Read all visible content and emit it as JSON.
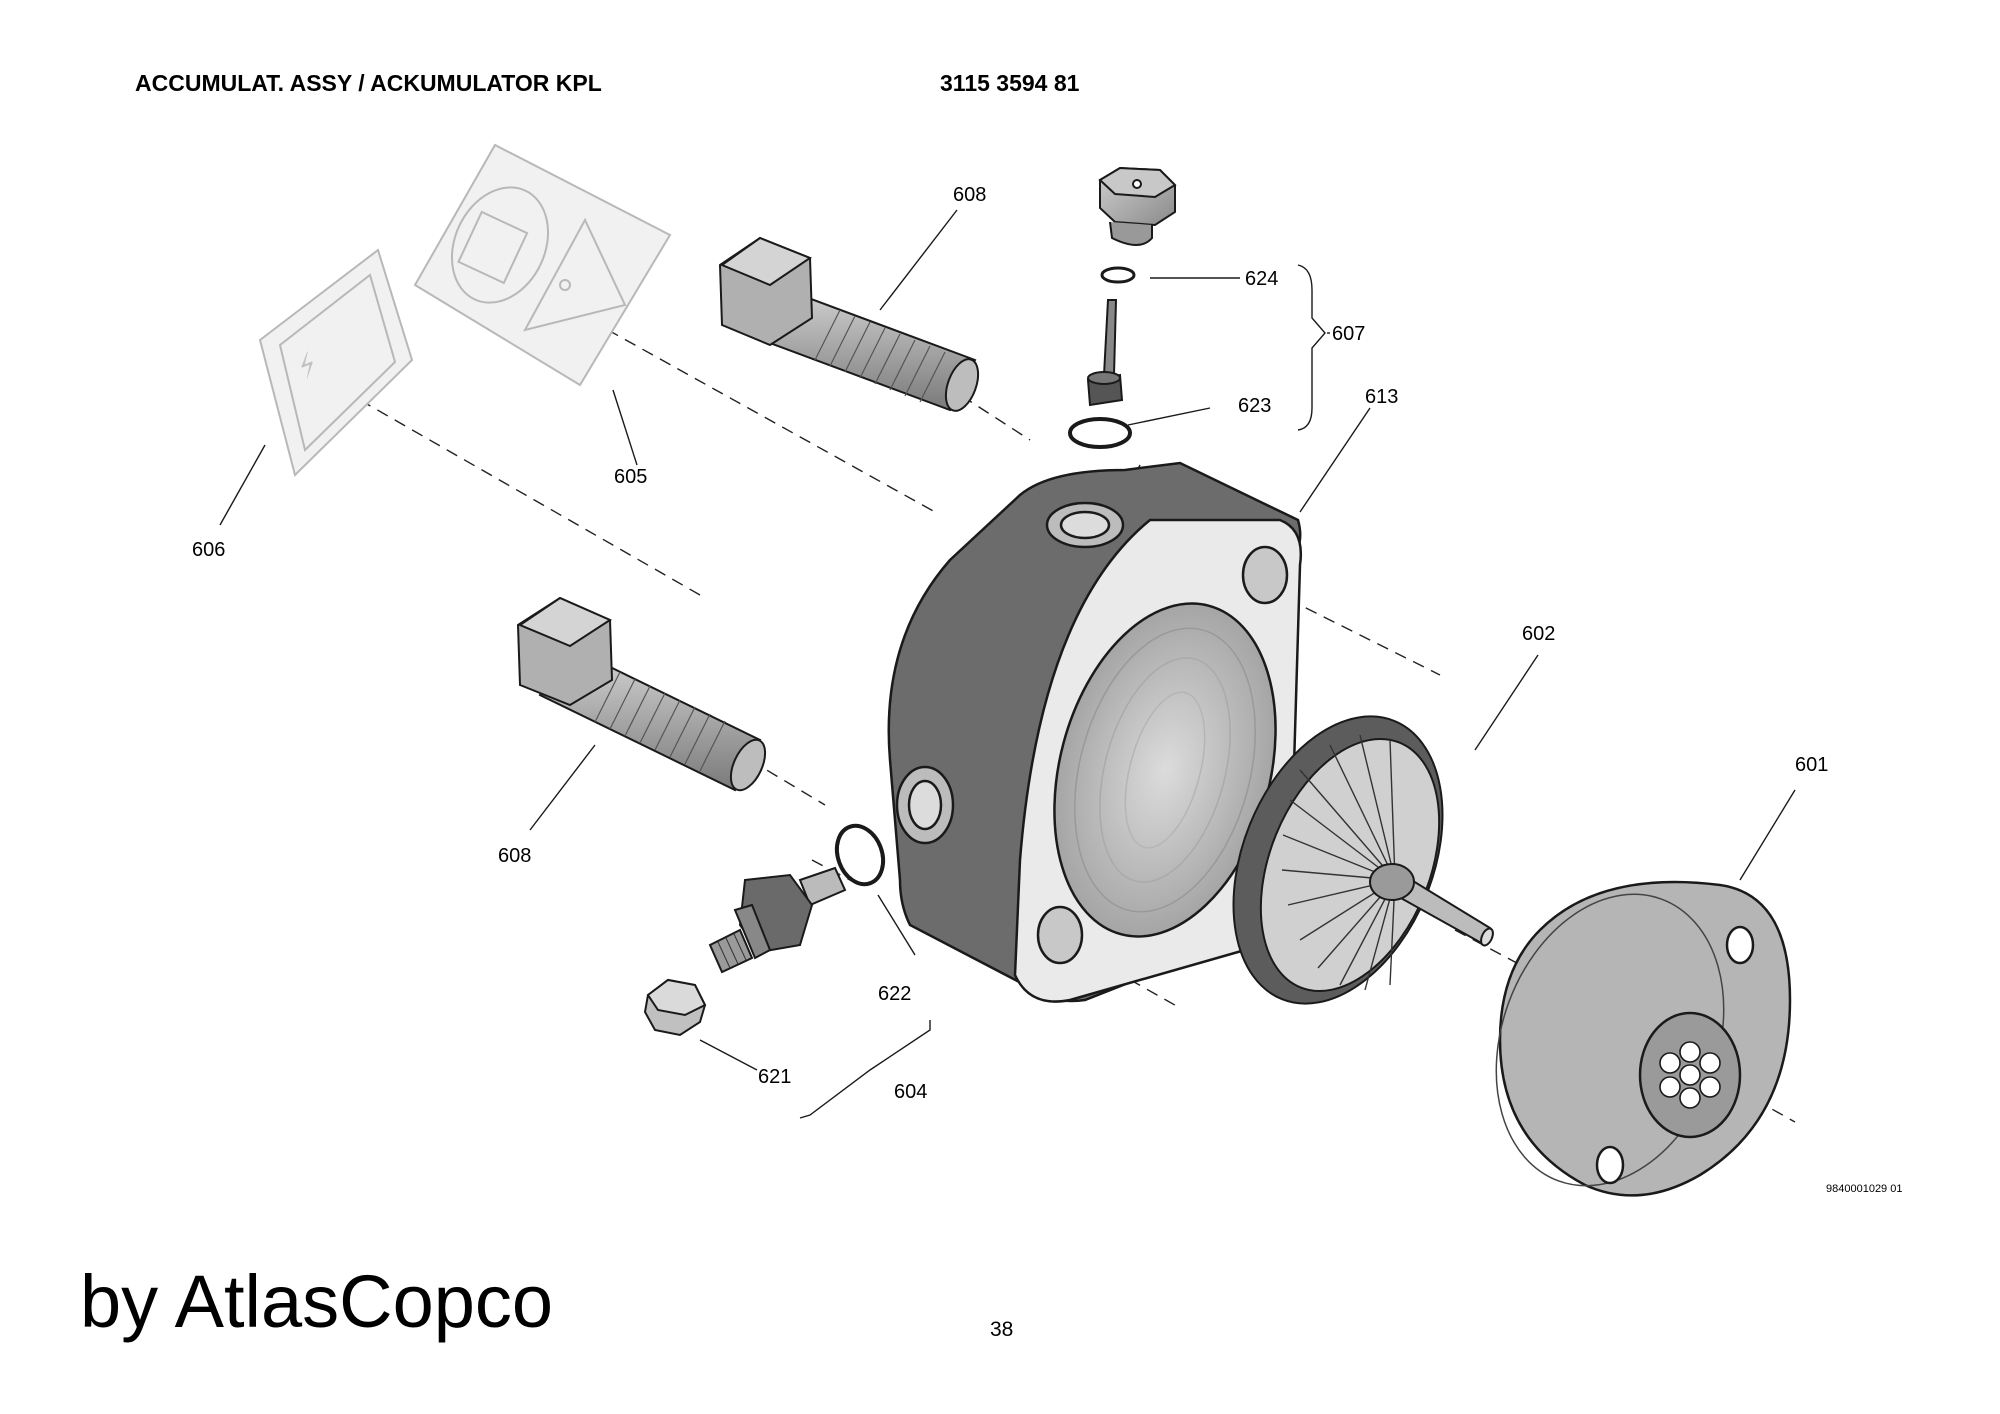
{
  "header": {
    "title": "ACCUMULAT. ASSY / ACKUMULATOR KPL",
    "part_number": "3115 3594 81"
  },
  "callouts": {
    "c601": "601",
    "c602": "602",
    "c604": "604",
    "c605": "605",
    "c606": "606",
    "c607": "607",
    "c608a": "608",
    "c608b": "608",
    "c613": "613",
    "c621": "621",
    "c622": "622",
    "c623": "623",
    "c624": "624"
  },
  "footer": {
    "drawing_number": "9840001029 01",
    "brand": "by AtlasCopco",
    "page_number": "38"
  },
  "colors": {
    "housing": "#6e6e6e",
    "part_light": "#bdbdbd",
    "line": "#1a1a1a"
  }
}
